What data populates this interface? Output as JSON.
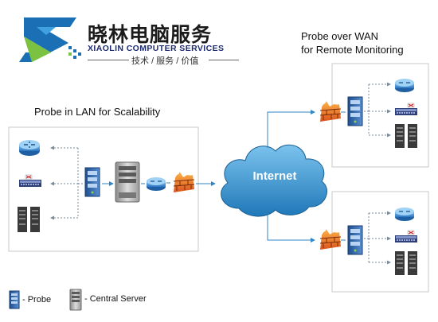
{
  "logo": {
    "name_cn": "晓林电脑服务",
    "name_en": "XIAOLIN COMPUTER SERVICES",
    "tagline": "技术 / 服务 / 价值"
  },
  "labels": {
    "lan_title": "Probe in LAN for Scalability",
    "wan_title_line1": "Probe over WAN",
    "wan_title_line2": "for Remote Monitoring",
    "internet": "Internet"
  },
  "legend": {
    "probe": "- Probe",
    "central_server": "- Central Server"
  },
  "colors": {
    "connection_line": "#2f86c3",
    "internet_cloud": "#2f8ccb",
    "firewall": "#e8782a",
    "router": "#3d8fd8",
    "probe": "#2a5fa6",
    "box_border": "#c8c8c8"
  },
  "icons": [
    "logo-mark-icon",
    "router-icon",
    "switch-icon",
    "server-rack-icon",
    "probe-icon",
    "central-server-icon",
    "firewall-icon",
    "internet-cloud-icon"
  ]
}
